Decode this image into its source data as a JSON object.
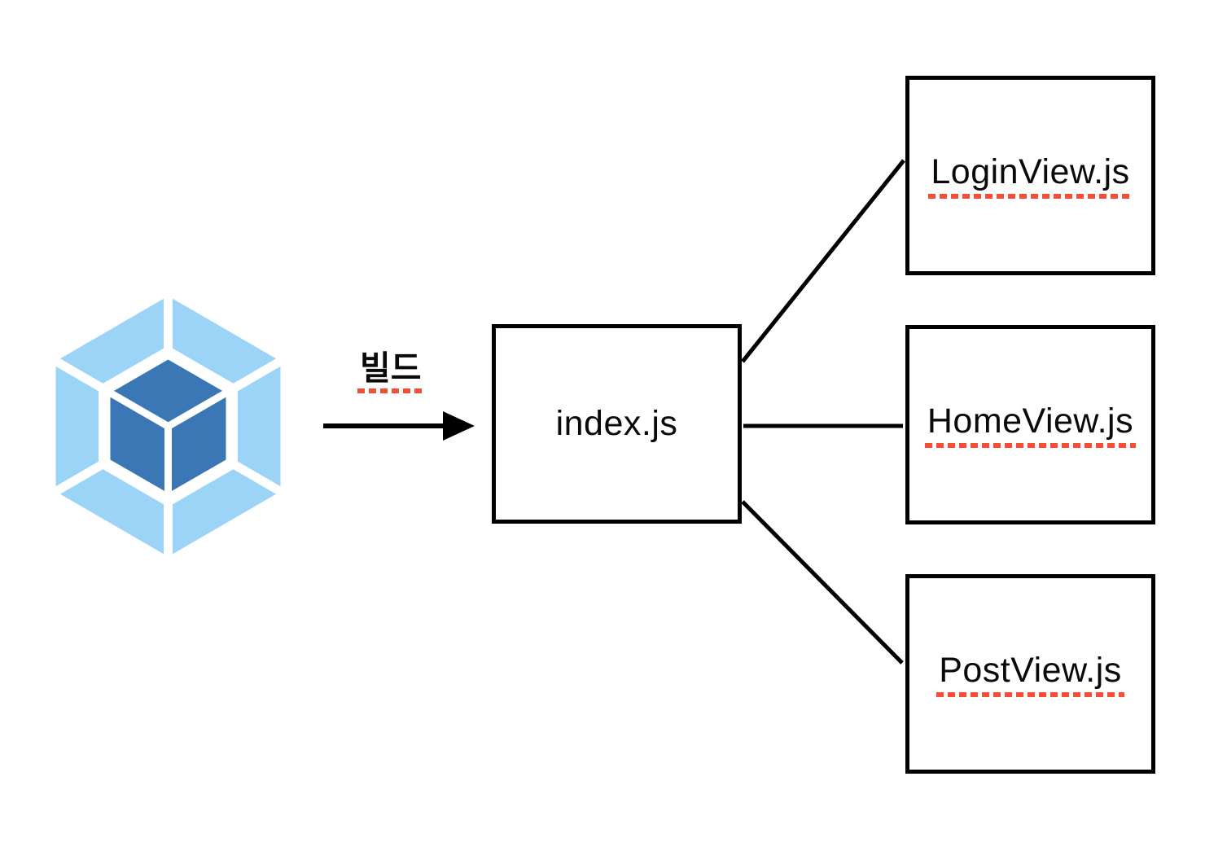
{
  "diagram": {
    "logo": {
      "name": "webpack-logo",
      "shell_color": "#9cd4f7",
      "cube_color": "#3b76b5"
    },
    "build_label": {
      "text": "빌드"
    },
    "entry_node": {
      "label": "index.js"
    },
    "output_nodes": [
      {
        "label": "LoginView.js"
      },
      {
        "label": "HomeView.js"
      },
      {
        "label": "PostView.js"
      }
    ],
    "colors": {
      "background": "#ffffff",
      "line": "#000000",
      "box_border": "#000000",
      "text": "#0a0a0a",
      "underline_red": "#f44d38"
    }
  }
}
